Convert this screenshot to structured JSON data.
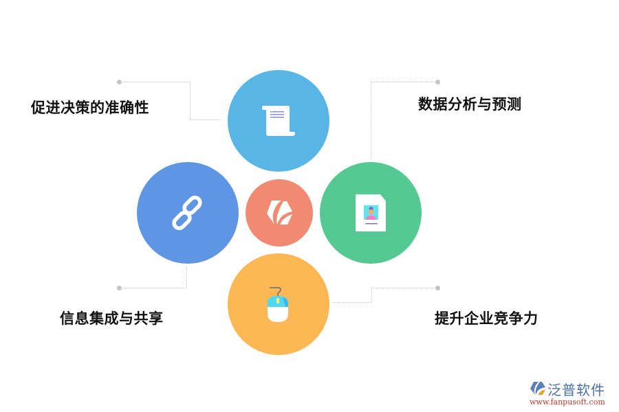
{
  "colors": {
    "top": "#58b6e4",
    "left": "#5e96e4",
    "center": "#f08a70",
    "right": "#56c993",
    "bottom": "#fdb755",
    "connector": "#dcdcdc",
    "dot": "#c4c4c4"
  },
  "nodes": {
    "top": {
      "icon": "scroll-document-icon"
    },
    "left": {
      "icon": "chain-link-icon"
    },
    "center": {
      "icon": "hexagon-logo-icon"
    },
    "right": {
      "icon": "profile-document-icon"
    },
    "bottom": {
      "icon": "computer-mouse-icon"
    }
  },
  "labels": {
    "top_left": "促进决策的准确性",
    "top_right": "数据分析与预测",
    "bottom_left": "信息集成与共享",
    "bottom_right": "提升企业竞争力"
  },
  "logo": {
    "name": "泛普软件",
    "url": "www.fanpusoft.com"
  }
}
